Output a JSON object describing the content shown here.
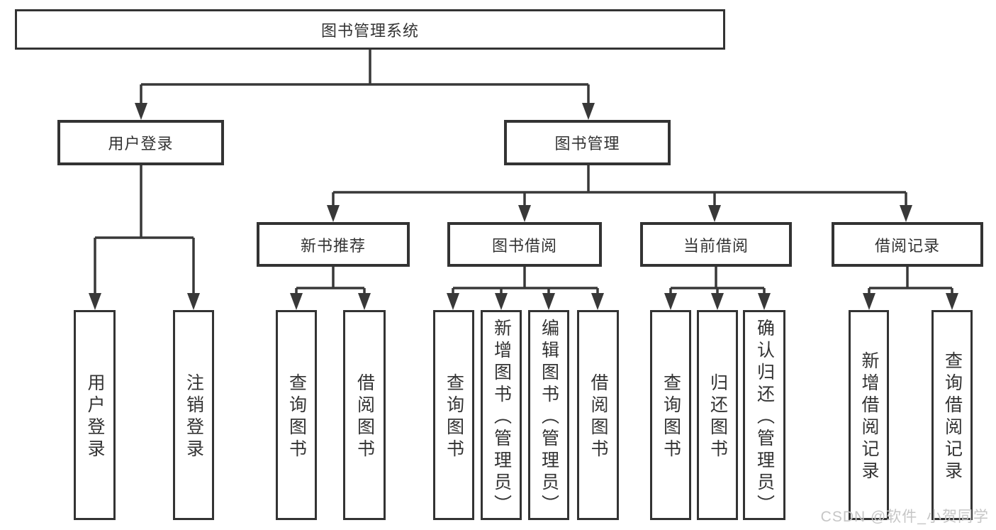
{
  "nodes": {
    "root": "图书管理系统",
    "level2": [
      {
        "label": "用户登录"
      },
      {
        "label": "图书管理"
      }
    ],
    "level3": [
      {
        "label": "新书推荐",
        "parent": "图书管理"
      },
      {
        "label": "图书借阅",
        "parent": "图书管理"
      },
      {
        "label": "当前借阅",
        "parent": "图书管理"
      },
      {
        "label": "借阅记录",
        "parent": "图书管理"
      }
    ],
    "leaves": [
      {
        "label": "用户登录",
        "parent": "用户登录"
      },
      {
        "label": "注销登录",
        "parent": "用户登录"
      },
      {
        "label": "查询图书",
        "parent": "新书推荐"
      },
      {
        "label": "借阅图书",
        "parent": "新书推荐"
      },
      {
        "label": "查询图书",
        "parent": "图书借阅"
      },
      {
        "label": "新增图书（管理员）",
        "parent": "图书借阅"
      },
      {
        "label": "编辑图书（管理员）",
        "parent": "图书借阅"
      },
      {
        "label": "借阅图书",
        "parent": "图书借阅"
      },
      {
        "label": "查询图书",
        "parent": "当前借阅"
      },
      {
        "label": "归还图书",
        "parent": "当前借阅"
      },
      {
        "label": "确认归还（管理员）",
        "parent": "当前借阅"
      },
      {
        "label": "新增借阅记录",
        "parent": "借阅记录"
      },
      {
        "label": "查询借阅记录",
        "parent": "借阅记录"
      }
    ]
  },
  "watermark": {
    "text": "CSDN @软件_小贺同学"
  },
  "colors": {
    "line": "#383838",
    "box_border": "#333333",
    "text": "#333333",
    "watermark": "#c6c6c6",
    "background": "#ffffff"
  }
}
